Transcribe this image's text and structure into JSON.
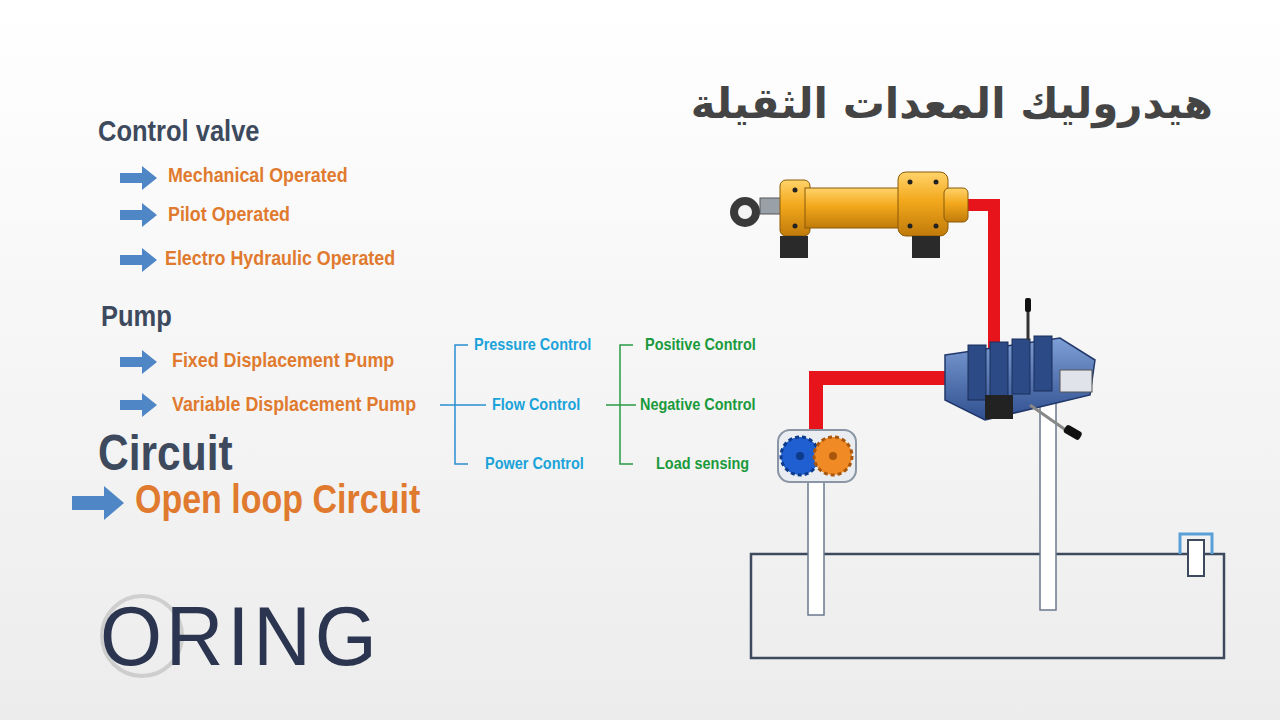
{
  "diagram": {
    "title": "هيدروليك المعدات الثقيلة",
    "labels": [
      "Control valve",
      "Mechanical Operated",
      "Pilot Operated",
      "Electro Hydraulic Operated",
      "Pump",
      "Fixed Displacement Pump",
      "Variable Displacement Pump",
      "Pressure Control",
      "Flow Control",
      "Power Control",
      "Positive Control",
      "Negative  Control",
      "Load sensing",
      "Circuit",
      "Open loop Circuit",
      "ORING"
    ]
  }
}
